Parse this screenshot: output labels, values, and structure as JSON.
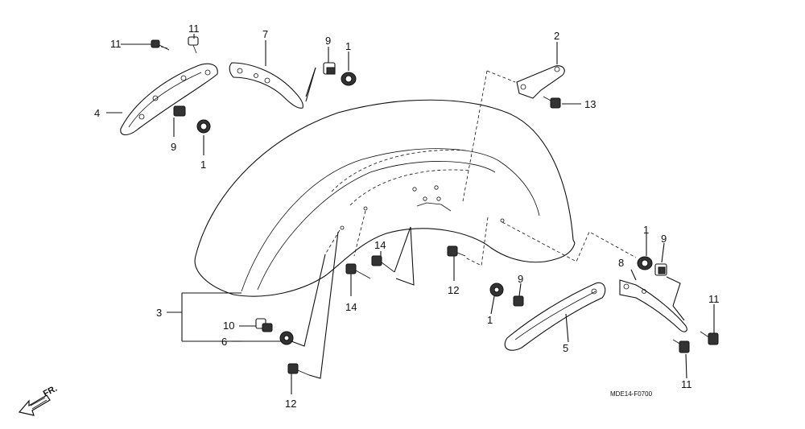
{
  "diagram": {
    "code": "MDE14-F0700",
    "front_marker": "FR.",
    "callouts": [
      {
        "id": "c1a",
        "text": "1"
      },
      {
        "id": "c1b",
        "text": "1"
      },
      {
        "id": "c1c",
        "text": "1"
      },
      {
        "id": "c1d",
        "text": "1"
      },
      {
        "id": "c2",
        "text": "2"
      },
      {
        "id": "c3",
        "text": "3"
      },
      {
        "id": "c4",
        "text": "4"
      },
      {
        "id": "c5",
        "text": "5"
      },
      {
        "id": "c6",
        "text": "6"
      },
      {
        "id": "c7",
        "text": "7"
      },
      {
        "id": "c8",
        "text": "8"
      },
      {
        "id": "c9a",
        "text": "9"
      },
      {
        "id": "c9b",
        "text": "9"
      },
      {
        "id": "c9c",
        "text": "9"
      },
      {
        "id": "c9d",
        "text": "9"
      },
      {
        "id": "c10",
        "text": "10"
      },
      {
        "id": "c11a",
        "text": "11"
      },
      {
        "id": "c11b",
        "text": "11"
      },
      {
        "id": "c11c",
        "text": "11"
      },
      {
        "id": "c11d",
        "text": "11"
      },
      {
        "id": "c12a",
        "text": "12"
      },
      {
        "id": "c12b",
        "text": "12"
      },
      {
        "id": "c13",
        "text": "13"
      },
      {
        "id": "c14a",
        "text": "14"
      },
      {
        "id": "c14b",
        "text": "14"
      }
    ]
  }
}
